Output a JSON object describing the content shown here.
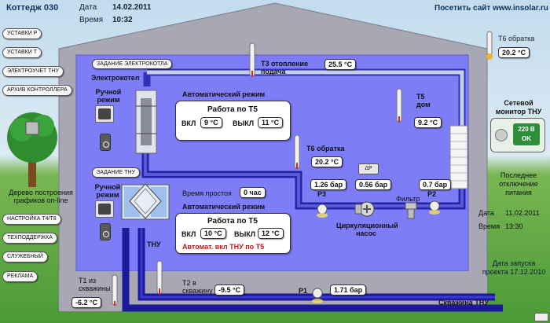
{
  "header": {
    "cottage": "Коттедж 030",
    "date_label": "Дата",
    "date_value": "14.02.2011",
    "time_label": "Время",
    "time_value": "10:32",
    "site_link": "Посетить сайт www.insolar.ru"
  },
  "left_menu": {
    "ustavki_r": "УСТАВКИ Р",
    "ustavki_t": "УСТАВКИ Т",
    "electro_meter": "ЭЛЕКТРОУЧЕТ ТНУ",
    "archive": "АРХИВ КОНТРОЛЛЕРА",
    "tree_label": "Дерево построения графиков on-line",
    "settings": "НАСТРОЙКА Т4/Т8",
    "support": "ТЕХПОДДЕРЖКА",
    "service": "СЛУЖЕБНЫЙ",
    "ads": "РЕКЛАМА"
  },
  "boiler": {
    "task_button": "ЗАДАНИЕ ЭЛЕКТРОКОТЛА",
    "title": "Электрокотел",
    "manual": "Ручной режим",
    "auto_mode": "Автоматический режим",
    "work_by": "Работа по Т5",
    "on_label": "ВКЛ",
    "on_value": "9 °C",
    "off_label": "ВЫКЛ",
    "off_value": "11 °C"
  },
  "heatpump": {
    "task_button": "ЗАДАНИЕ ТНУ",
    "manual": "Ручной режим",
    "name": "ТНУ",
    "idle_label": "Время простоя",
    "idle_value": "0 час",
    "auto_mode": "Автоматический режим",
    "work_by": "Работа по Т5",
    "on_label": "ВКЛ",
    "on_value": "10 °C",
    "off_label": "ВЫКЛ",
    "off_value": "12 °C",
    "auto_note": "Автомат. вкл ТНУ по Т5"
  },
  "sensors": {
    "t3_label": "Т3 отопление подача",
    "t3_value": "25.5 °C",
    "t5_label": "Т5 дом",
    "t5_value": "9.2 °C",
    "t6_label": "Т6 обратка",
    "t6_value": "20.2 °C",
    "t6_top_label": "Т6 обратка",
    "t6_top_value": "20.2 °C",
    "t1_label": "Т1 из скважины",
    "t1_value": "-6.2 °C",
    "t2_label": "Т2 в скважину",
    "t2_value": "-9.5 °C"
  },
  "pressures": {
    "p3_label": "Р3",
    "p3_value": "1.26 бар",
    "dp_value": "0.56 бар",
    "dp_icon": "ΔP",
    "p2_label": "Р2",
    "p2_value": "0.7 бар",
    "p1_label": "Р1",
    "p1_value": "1.71 бар",
    "filter_label": "Фильтр",
    "pump_label": "Циркуляционный насос"
  },
  "right_panel": {
    "monitor_title": "Сетевой монитор ТНУ",
    "monitor_voltage": "220 В",
    "monitor_status": "OK",
    "outage_title": "Последнее отключение питания",
    "outage_date_label": "Дата",
    "outage_date": "11.02.2011",
    "outage_time_label": "Время",
    "outage_time": "13:30",
    "launch_label": "Дата запуска проекта 17.12.2010"
  },
  "well_label": "Скважина ТНУ",
  "colors": {
    "house_wall": "#a8a8b4",
    "house_inner": "#7c7cf8",
    "pipe_blue": "#1b1ba0",
    "pipe_light": "#c6cfe8",
    "sky": "#c3dced",
    "grass": "#4a9a36"
  }
}
